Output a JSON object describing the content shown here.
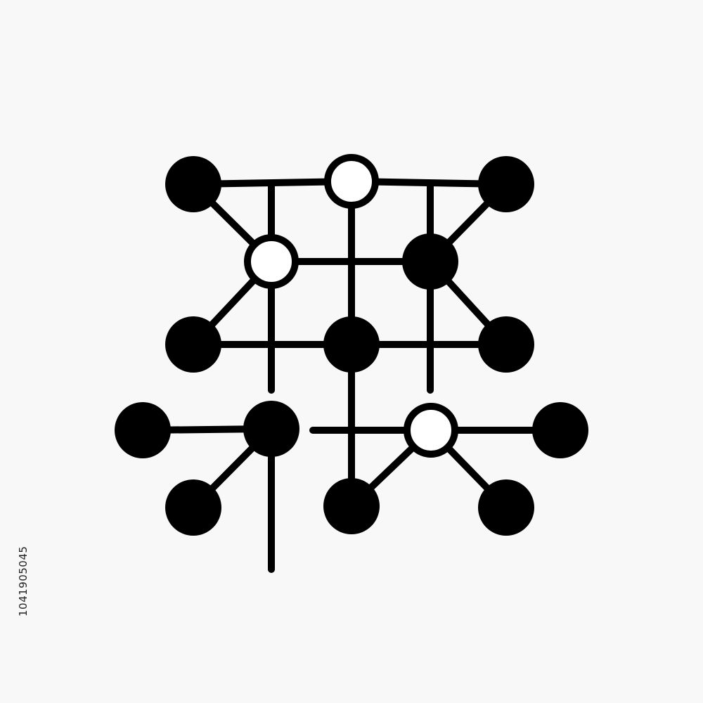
{
  "image_id_text": "1041905045",
  "colors": {
    "background": "#f8f8f8",
    "ink": "#000000",
    "hollow_fill": "#ffffff"
  },
  "network": {
    "nodes": [
      {
        "id": "n1",
        "style": "filled"
      },
      {
        "id": "n2",
        "style": "hollow"
      },
      {
        "id": "n3",
        "style": "filled"
      },
      {
        "id": "n4",
        "style": "hollow"
      },
      {
        "id": "n5",
        "style": "filled"
      },
      {
        "id": "n6",
        "style": "filled"
      },
      {
        "id": "n7",
        "style": "filled"
      },
      {
        "id": "n8",
        "style": "filled"
      },
      {
        "id": "n9",
        "style": "filled"
      },
      {
        "id": "n10",
        "style": "filled"
      },
      {
        "id": "n11",
        "style": "hollow"
      },
      {
        "id": "n12",
        "style": "filled"
      },
      {
        "id": "n13",
        "style": "filled"
      },
      {
        "id": "n14",
        "style": "filled"
      },
      {
        "id": "n15",
        "style": "filled"
      }
    ],
    "edges": [
      [
        "n1",
        "n2"
      ],
      [
        "n2",
        "n3"
      ],
      [
        "n1",
        "n4"
      ],
      [
        "n3",
        "n5"
      ],
      [
        "n4",
        "n5"
      ],
      [
        "n4",
        "n6"
      ],
      [
        "n5",
        "n8"
      ],
      [
        "n6",
        "n7"
      ],
      [
        "n7",
        "n8"
      ],
      [
        "n2",
        "n14"
      ],
      [
        "n9",
        "n10"
      ],
      [
        "n10",
        "n13"
      ],
      [
        "n11",
        "n12"
      ],
      [
        "n11",
        "n14"
      ],
      [
        "n11",
        "n15"
      ]
    ],
    "open_lines": [
      "v-left",
      "v-right",
      "v-bottom",
      "h-stub"
    ]
  }
}
